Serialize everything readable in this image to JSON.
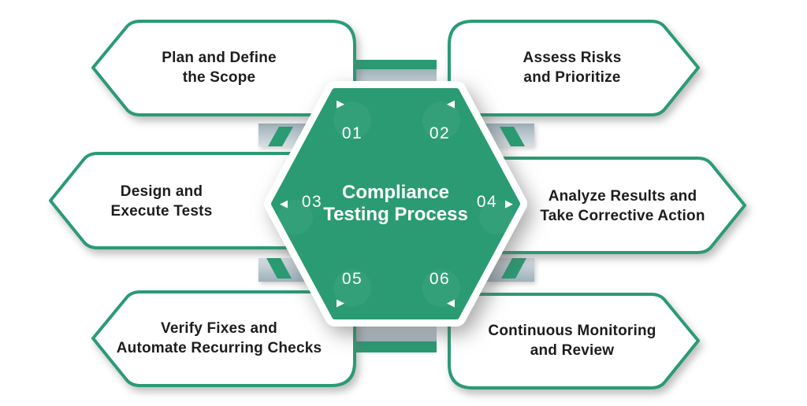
{
  "hexagon": {
    "title_line1": "Compliance",
    "title_line2": "Testing Process"
  },
  "steps": [
    {
      "number": "01",
      "line1": "Plan and Define",
      "line2": "the Scope"
    },
    {
      "number": "02",
      "line1": "Assess Risks",
      "line2": "and Prioritize"
    },
    {
      "number": "03",
      "line1": "Design and",
      "line2": "Execute Tests"
    },
    {
      "number": "04",
      "line1": "Analyze Results and",
      "line2": "Take Corrective Action"
    },
    {
      "number": "05",
      "line1": "Verify Fixes and",
      "line2": "Automate Recurring Checks"
    },
    {
      "number": "06",
      "line1": "Continuous Monitoring",
      "line2": "and Review"
    }
  ],
  "icons": {
    "triangle_right": "▶",
    "triangle_left": "◀"
  },
  "colors": {
    "green": "#2a9b73",
    "band_gray_dark": "#9fb1bb",
    "band_gray_light": "#d7dfe3",
    "text": "#1d1d1d"
  }
}
